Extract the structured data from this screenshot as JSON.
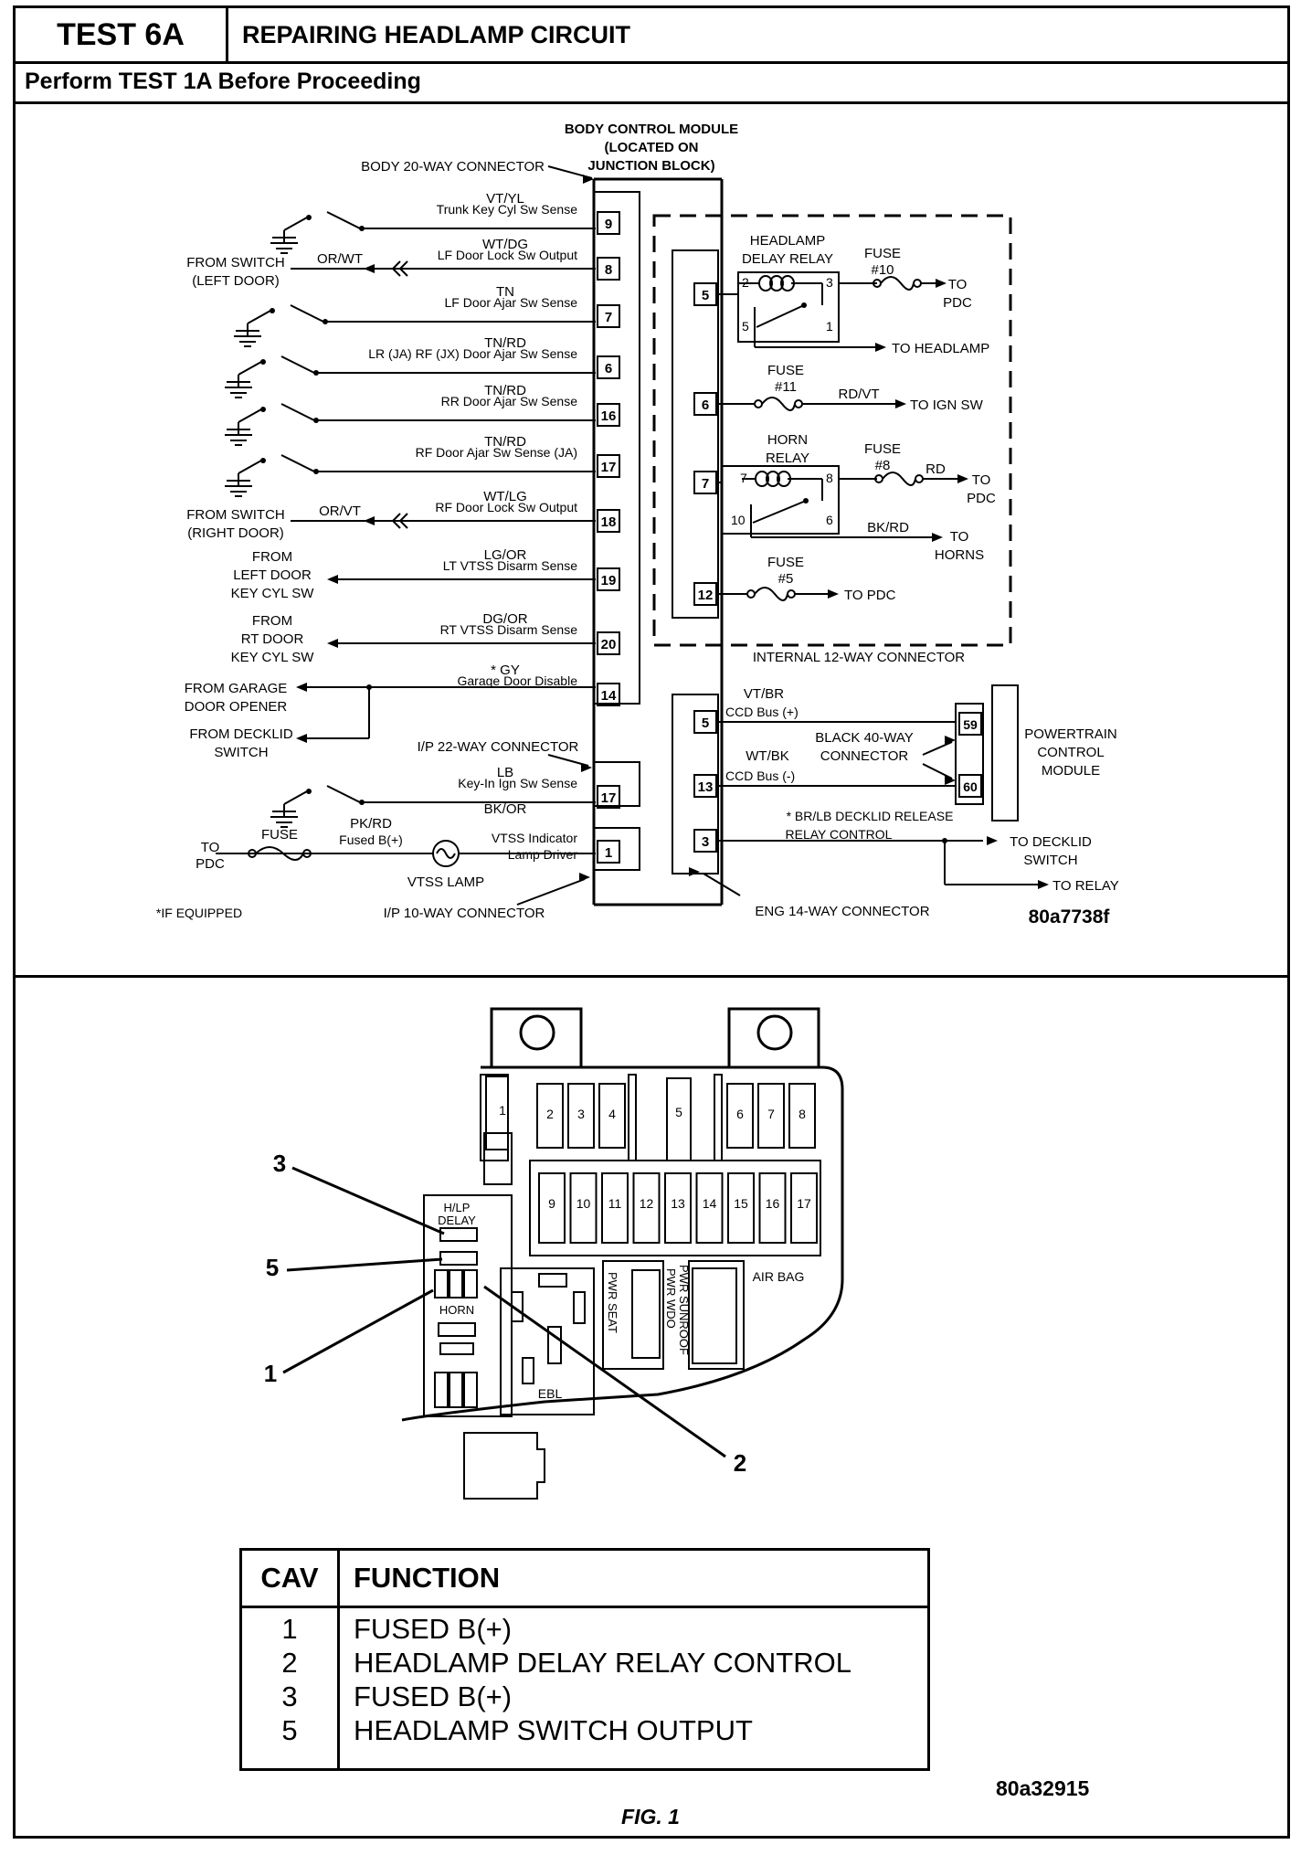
{
  "header": {
    "test_id": "TEST 6A",
    "title": "REPAIRING HEADLAMP CIRCUIT",
    "prerequisite": "Perform TEST 1A Before Proceeding"
  },
  "schematic": {
    "bcm_title": [
      "BODY CONTROL MODULE",
      "(LOCATED ON",
      "JUNCTION BLOCK)"
    ],
    "body_connector": "BODY 20-WAY CONNECTOR",
    "ip22_connector": "I/P 22-WAY CONNECTOR",
    "ip10_connector": "I/P 10-WAY CONNECTOR",
    "eng14_connector": "ENG 14-WAY CONNECTOR",
    "internal12_connector": "INTERNAL 12-WAY CONNECTOR",
    "if_equipped": "*IF EQUIPPED",
    "code": "80a7738f",
    "from_switch_left": [
      "FROM SWITCH",
      "(LEFT DOOR)"
    ],
    "from_switch_right": [
      "FROM SWITCH",
      "(RIGHT DOOR)"
    ],
    "from_left_door_key": [
      "FROM",
      "LEFT DOOR",
      "KEY CYL SW"
    ],
    "from_rt_door_key": [
      "FROM",
      "RT DOOR",
      "KEY CYL SW"
    ],
    "from_garage": [
      "FROM GARAGE",
      "DOOR OPENER"
    ],
    "from_decklid": [
      "FROM DECKLID",
      "SWITCH"
    ],
    "to_pdc_left": [
      "TO",
      "PDC"
    ],
    "fuse": "FUSE",
    "vtss_lamp": "VTSS LAMP",
    "or_wt": "OR/WT",
    "or_vt": "OR/VT",
    "pk_rd": "PK/RD",
    "fused_b": "Fused B(+)",
    "circuits": [
      {
        "pin": "9",
        "wire": "VT/YL",
        "desc": "Trunk Key Cyl Sw Sense"
      },
      {
        "pin": "8",
        "wire": "WT/DG",
        "desc": "LF Door Lock Sw Output"
      },
      {
        "pin": "7",
        "wire": "TN",
        "desc": "LF Door Ajar Sw Sense"
      },
      {
        "pin": "6",
        "wire": "TN/RD",
        "desc": "LR (JA) RF (JX) Door Ajar Sw Sense"
      },
      {
        "pin": "16",
        "wire": "TN/RD",
        "desc": "RR Door Ajar Sw Sense"
      },
      {
        "pin": "17",
        "wire": "TN/RD",
        "desc": "RF Door Ajar Sw Sense (JA)"
      },
      {
        "pin": "18",
        "wire": "WT/LG",
        "desc": "RF Door Lock Sw Output"
      },
      {
        "pin": "19",
        "wire": "LG/OR",
        "desc": "LT VTSS Disarm Sense"
      },
      {
        "pin": "20",
        "wire": "DG/OR",
        "desc": "RT VTSS Disarm Sense"
      },
      {
        "pin": "14",
        "wire": "* GY",
        "desc": "Garage Door Disable"
      },
      {
        "pin": "17",
        "wire": "LB",
        "desc": "Key-In Ign Sw Sense"
      },
      {
        "pin": "1",
        "wire": "BK/OR",
        "desc": "VTSS Indicator",
        "desc2": "Lamp Driver"
      }
    ],
    "internal_pins": [
      "5",
      "6",
      "7",
      "12"
    ],
    "headlamp_relay": [
      "HEADLAMP",
      "DELAY RELAY"
    ],
    "relay_pins_hl": [
      "2",
      "3",
      "5",
      "1"
    ],
    "fuse10": [
      "FUSE",
      "#10"
    ],
    "to_pdc": [
      "TO",
      "PDC"
    ],
    "to_headlamp": "TO HEADLAMP",
    "fuse11": [
      "FUSE",
      "#11"
    ],
    "rd_vt": "RD/VT",
    "to_ign_sw": "TO IGN SW",
    "horn_relay": [
      "HORN",
      "RELAY"
    ],
    "relay_pins_horn": [
      "7",
      "8",
      "10",
      "6"
    ],
    "fuse8": [
      "FUSE",
      "#8"
    ],
    "rd": "RD",
    "bk_rd": "BK/RD",
    "to_horns": [
      "TO",
      "HORNS"
    ],
    "fuse5": [
      "FUSE",
      "#5"
    ],
    "to_pdc_5": "TO PDC",
    "eng_pins": [
      "5",
      "13",
      "3"
    ],
    "vt_br": "VT/BR",
    "ccd_plus": "CCD Bus (+)",
    "wt_bk": "WT/BK",
    "ccd_minus": "CCD Bus (-)",
    "black40": [
      "BLACK 40-WAY",
      "CONNECTOR"
    ],
    "pcm_pins": [
      "59",
      "60"
    ],
    "pcm": [
      "POWERTRAIN",
      "CONTROL",
      "MODULE"
    ],
    "decklid_wire": "* BR/LB DECKLID RELEASE",
    "relay_control": "RELAY CONTROL",
    "to_decklid_switch": [
      "TO DECKLID",
      "SWITCH"
    ],
    "to_relay": "TO RELAY"
  },
  "fuse_block": {
    "top_fuses": [
      "1",
      "2",
      "3",
      "4",
      "5",
      "6",
      "7",
      "8"
    ],
    "bottom_fuses": [
      "9",
      "10",
      "11",
      "12",
      "13",
      "14",
      "15",
      "16",
      "17"
    ],
    "hlp_delay": [
      "H/LP",
      "DELAY"
    ],
    "horn": "HORN",
    "ebl": "EBL",
    "pwr_seat": "PWR SEAT",
    "pwr_wdo": "PWR WDO",
    "pwr_sunroof": "PWR SUNROOF",
    "air_bag": "AIR BAG",
    "callouts": [
      "3",
      "5",
      "1",
      "2"
    ]
  },
  "cav_table": {
    "headers": [
      "CAV",
      "FUNCTION"
    ],
    "rows": [
      {
        "cav": "1",
        "function": "FUSED B(+)"
      },
      {
        "cav": "2",
        "function": "HEADLAMP DELAY RELAY CONTROL"
      },
      {
        "cav": "3",
        "function": "FUSED B(+)"
      },
      {
        "cav": "5",
        "function": "HEADLAMP SWITCH OUTPUT"
      }
    ]
  },
  "figure": {
    "code": "80a32915",
    "caption": "FIG. 1"
  }
}
